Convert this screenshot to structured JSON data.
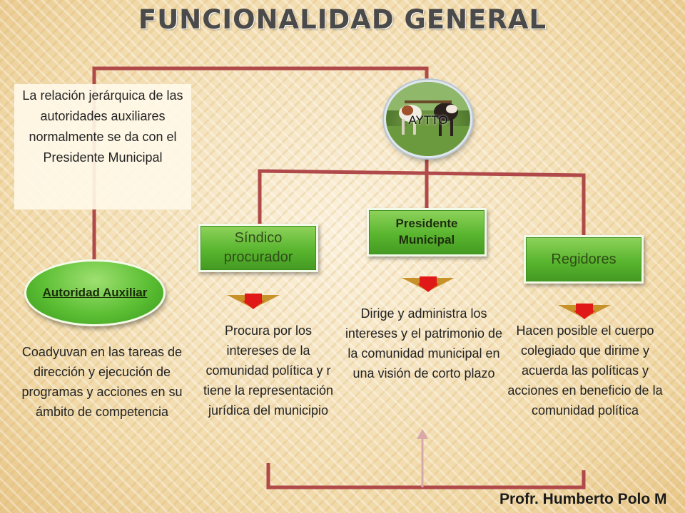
{
  "title": "FUNCIONALIDAD GENERAL",
  "note": "La relación jerárquica de las autoridades auxiliares normalmente se da con el Presidente Municipal",
  "ayto": {
    "label": "AYTTO"
  },
  "nodes": {
    "sindico": "Síndico procurador",
    "presidente": "Presidente Municipal",
    "regidores": "Regidores",
    "autoridad_auxiliar": "Autoridad Auxiliar"
  },
  "descriptions": {
    "autoridad_auxiliar": "Coadyuvan en las tareas de dirección y ejecución de programas y acciones en su ámbito de competencia",
    "sindico": "Procura por los intereses de la comunidad política y r tiene la representación jurídica del municipio",
    "presidente": "Dirige y administra los intereses y el patrimonio de la comunidad municipal en una visión de corto plazo",
    "regidores": "Hacen posible el cuerpo colegiado que dirime y acuerda las políticas y acciones en beneficio de la comunidad política"
  },
  "footer": "Profr. Humberto Polo M",
  "colors": {
    "connector": "#b04a4a",
    "node_green": "#59b52e",
    "arrow_red": "#e01818",
    "arrow_gold": "#c8922a"
  }
}
